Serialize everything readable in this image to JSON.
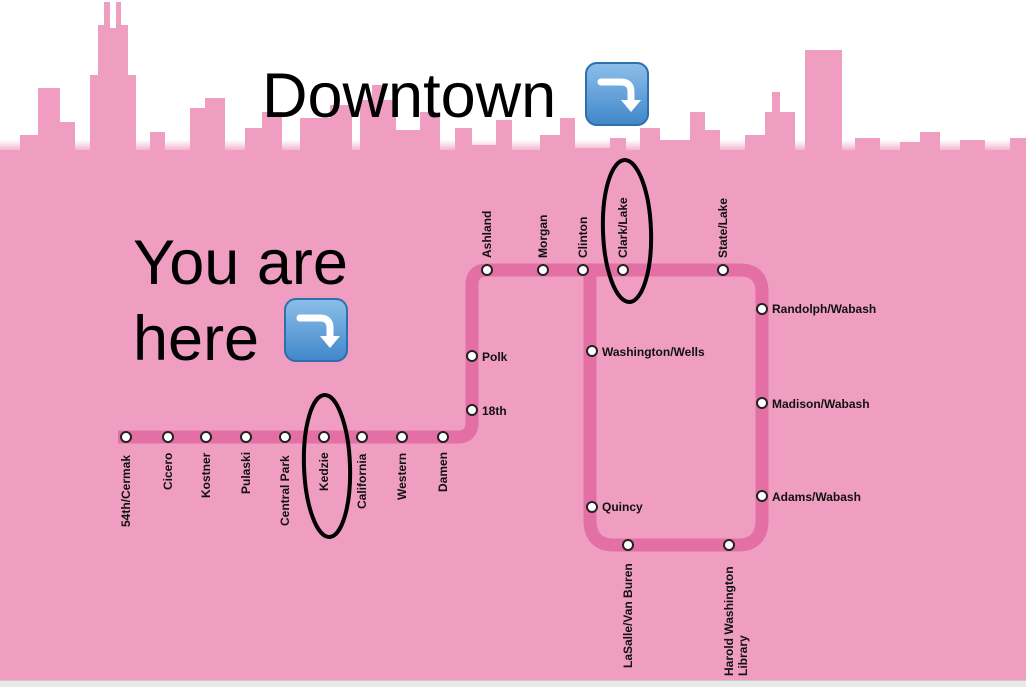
{
  "annotations": {
    "downtown": "Downtown",
    "you_are_here": "You are here"
  },
  "colors": {
    "track": "#e36fa5",
    "skyline": "#ef9ec1",
    "ring": "#000000",
    "arrow_emoji": "#4a90d4"
  },
  "icons": [
    "skyline-silhouette",
    "arrow-turn-down-emoji",
    "station-dot"
  ],
  "stations": {
    "cermak": "54th/Cermak",
    "cicero": "Cicero",
    "kostner": "Kostner",
    "pulaski": "Pulaski",
    "central_park": "Central Park",
    "kedzie": "Kedzie",
    "california": "California",
    "western": "Western",
    "damen": "Damen",
    "eighteenth": "18th",
    "polk": "Polk",
    "ashland": "Ashland",
    "morgan": "Morgan",
    "clinton": "Clinton",
    "clark_lake": "Clark/Lake",
    "state_lake": "State/Lake",
    "randolph_wabash": "Randolph/Wabash",
    "washington_wells": "Washington/Wells",
    "madison_wabash": "Madison/Wabash",
    "adams_wabash": "Adams/Wabash",
    "quincy": "Quincy",
    "lasalle_van_buren": "LaSalle/Van Buren",
    "harold_washington_line1": "Harold Washington",
    "harold_washington_line2": "Library"
  },
  "highlighted_stations": [
    "Kedzie",
    "Clark/Lake"
  ]
}
